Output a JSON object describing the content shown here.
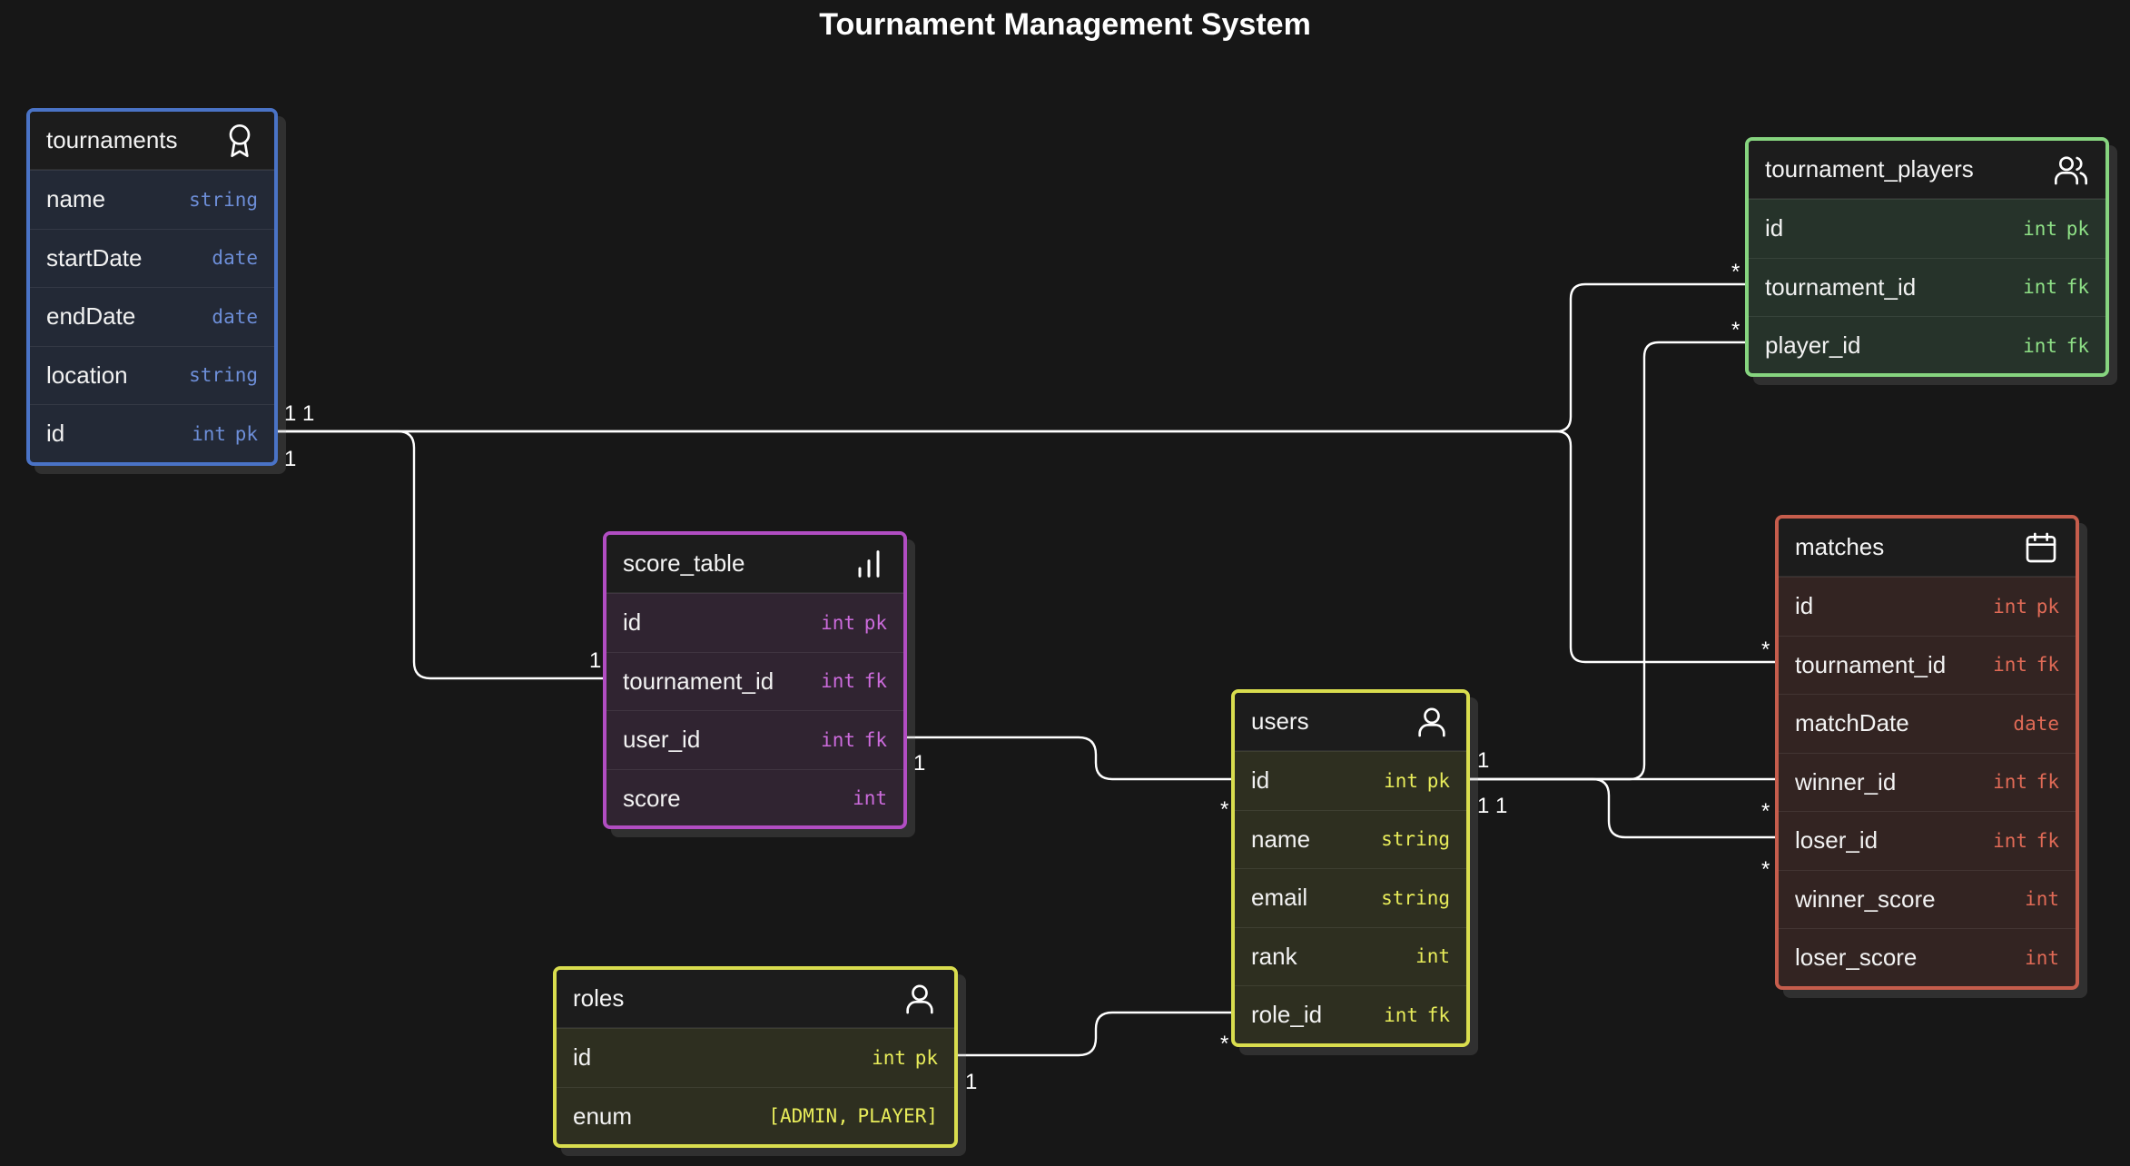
{
  "title": "Tournament Management System",
  "colors": {
    "background": "#171717",
    "tournaments": "#4a73c6",
    "tournament_players": "#86d47f",
    "score_table": "#b14dc2",
    "users": "#d9dd4e",
    "roles": "#d9dd4e",
    "matches": "#c65d4c"
  },
  "tables": {
    "tournaments": {
      "name": "tournaments",
      "icon": "award-icon",
      "fields": [
        {
          "name": "name",
          "type": "string"
        },
        {
          "name": "startDate",
          "type": "date"
        },
        {
          "name": "endDate",
          "type": "date"
        },
        {
          "name": "location",
          "type": "string"
        },
        {
          "name": "id",
          "type": "int pk"
        }
      ]
    },
    "tournament_players": {
      "name": "tournament_players",
      "icon": "users-icon",
      "fields": [
        {
          "name": "id",
          "type": "int pk"
        },
        {
          "name": "tournament_id",
          "type": "int fk"
        },
        {
          "name": "player_id",
          "type": "int fk"
        }
      ]
    },
    "score_table": {
      "name": "score_table",
      "icon": "bar-chart-icon",
      "fields": [
        {
          "name": "id",
          "type": "int pk"
        },
        {
          "name": "tournament_id",
          "type": "int fk"
        },
        {
          "name": "user_id",
          "type": "int fk"
        },
        {
          "name": "score",
          "type": "int"
        }
      ]
    },
    "users": {
      "name": "users",
      "icon": "user-icon",
      "fields": [
        {
          "name": "id",
          "type": "int pk"
        },
        {
          "name": "name",
          "type": "string"
        },
        {
          "name": "email",
          "type": "string"
        },
        {
          "name": "rank",
          "type": "int"
        },
        {
          "name": "role_id",
          "type": "int fk"
        }
      ]
    },
    "roles": {
      "name": "roles",
      "icon": "user-icon",
      "fields": [
        {
          "name": "id",
          "type": "int pk"
        },
        {
          "name": "enum",
          "type": "[ADMIN, PLAYER]"
        }
      ]
    },
    "matches": {
      "name": "matches",
      "icon": "calendar-icon",
      "fields": [
        {
          "name": "id",
          "type": "int pk"
        },
        {
          "name": "tournament_id",
          "type": "int fk"
        },
        {
          "name": "matchDate",
          "type": "date"
        },
        {
          "name": "winner_id",
          "type": "int fk"
        },
        {
          "name": "loser_id",
          "type": "int fk"
        },
        {
          "name": "winner_score",
          "type": "int"
        },
        {
          "name": "loser_score",
          "type": "int"
        }
      ]
    }
  },
  "relationships": [
    {
      "from": "tournaments.id",
      "to": "tournament_players.tournament_id",
      "from_label": "1",
      "to_label": "*"
    },
    {
      "from": "tournaments.id",
      "to": "matches.tournament_id",
      "from_label": "1",
      "to_label": "*"
    },
    {
      "from": "tournaments.id",
      "to": "score_table.tournament_id",
      "from_label": "1",
      "to_label": "1"
    },
    {
      "from": "users.id",
      "to": "tournament_players.player_id",
      "from_label": "1",
      "to_label": "*"
    },
    {
      "from": "users.id",
      "to": "matches.winner_id",
      "from_label": "1",
      "to_label": "*"
    },
    {
      "from": "users.id",
      "to": "matches.loser_id",
      "from_label": "1",
      "to_label": "*"
    },
    {
      "from": "score_table.user_id",
      "to": "users.id",
      "from_label": "1",
      "to_label": "*"
    },
    {
      "from": "roles.id",
      "to": "users.role_id",
      "from_label": "1",
      "to_label": "*"
    }
  ]
}
